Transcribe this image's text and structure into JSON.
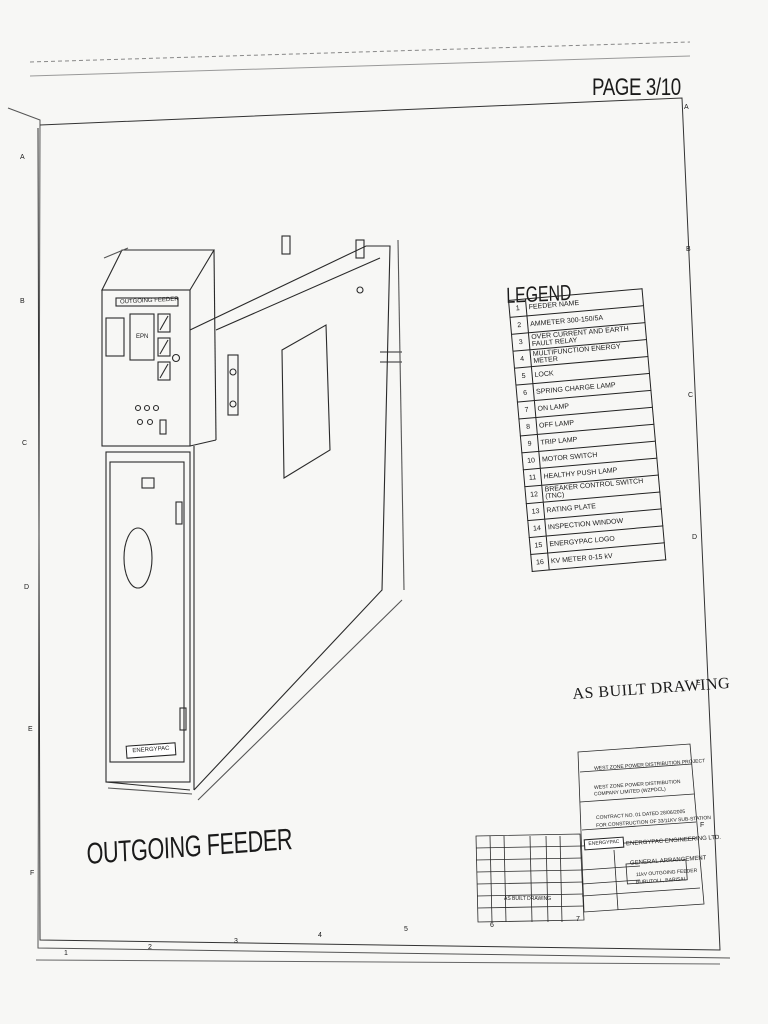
{
  "page": "PAGE 3/10",
  "drawing_title": "OUTGOING FEEDER",
  "stamp": "AS BUILT DRAWING",
  "legend": {
    "title": "LEGEND",
    "items": [
      {
        "no": "1",
        "label": "FEEDER NAME"
      },
      {
        "no": "2",
        "label": "AMMETER 300-150/5A"
      },
      {
        "no": "3",
        "label": "OVER CURRENT AND EARTH FAULT RELAY"
      },
      {
        "no": "4",
        "label": "MULTIFUNCTION ENERGY METER"
      },
      {
        "no": "5",
        "label": "LOCK"
      },
      {
        "no": "6",
        "label": "SPRING CHARGE LAMP"
      },
      {
        "no": "7",
        "label": "ON LAMP"
      },
      {
        "no": "8",
        "label": "OFF LAMP"
      },
      {
        "no": "9",
        "label": "TRIP LAMP"
      },
      {
        "no": "10",
        "label": "MOTOR SWITCH"
      },
      {
        "no": "11",
        "label": "HEALTHY PUSH LAMP"
      },
      {
        "no": "12",
        "label": "BREAKER CONTROL SWITCH (TNC)"
      },
      {
        "no": "13",
        "label": "RATING PLATE"
      },
      {
        "no": "14",
        "label": "INSPECTION WINDOW"
      },
      {
        "no": "15",
        "label": "ENERGYPAC LOGO"
      },
      {
        "no": "16",
        "label": "KV METER 0-15 kV"
      }
    ]
  },
  "panel": {
    "nameplate": "OUTGOING FEEDER",
    "meter": "EPN",
    "logo": "ENERGYPAC"
  },
  "title_block": {
    "project": "WEST ZONE POWER DISTRIBUTION PROJECT",
    "client_line1": "WEST ZONE POWER DISTRIBUTION",
    "client_line2": "COMPANY LIMITED (WZPDCL)",
    "contract_line1": "CONTRACT NO. 01 DATED 28/06/2005",
    "contract_line2": "FOR CONSTRUCTION OF 33/11KV SUB-STATION",
    "contractor": "ENERGYPAC ENGINEERING LTD.",
    "title": "GENERAL ARRANGEMENT",
    "subtitle1": "11kV OUTGOING FEEDER",
    "subtitle2": "BURUTOLL, BARISAL",
    "revision": "AS BUILT DRAWING"
  },
  "zones": {
    "rows": [
      "A",
      "B",
      "C",
      "D",
      "E",
      "F"
    ],
    "cols": [
      "1",
      "2",
      "3",
      "4",
      "5",
      "6",
      "7"
    ]
  }
}
